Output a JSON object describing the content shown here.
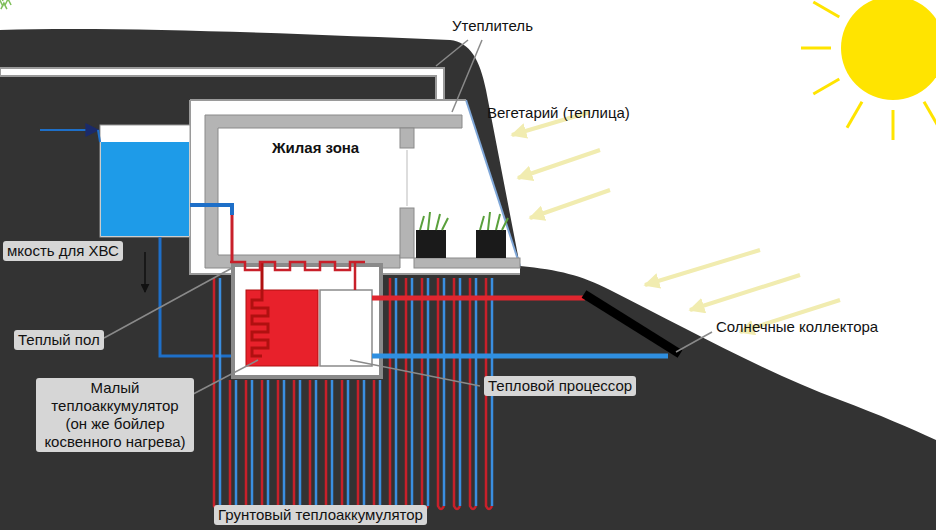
{
  "diagram": {
    "nodes": [
      {
        "text": [
          "Жилая зона"
        ]
      },
      {
        "text": [
          "Вегетарий (теплица)"
        ]
      }
    ],
    "labels": [
      "Утеплитель",
      "мкость для ХВС",
      "Теплый пол",
      "Малый теплоаккумулятор (он же бойлер косвенного нагрева)",
      "Тепловой процессор",
      "Солнечные коллектора",
      "Грунтовый теплоаккумулятор"
    ]
  }
}
